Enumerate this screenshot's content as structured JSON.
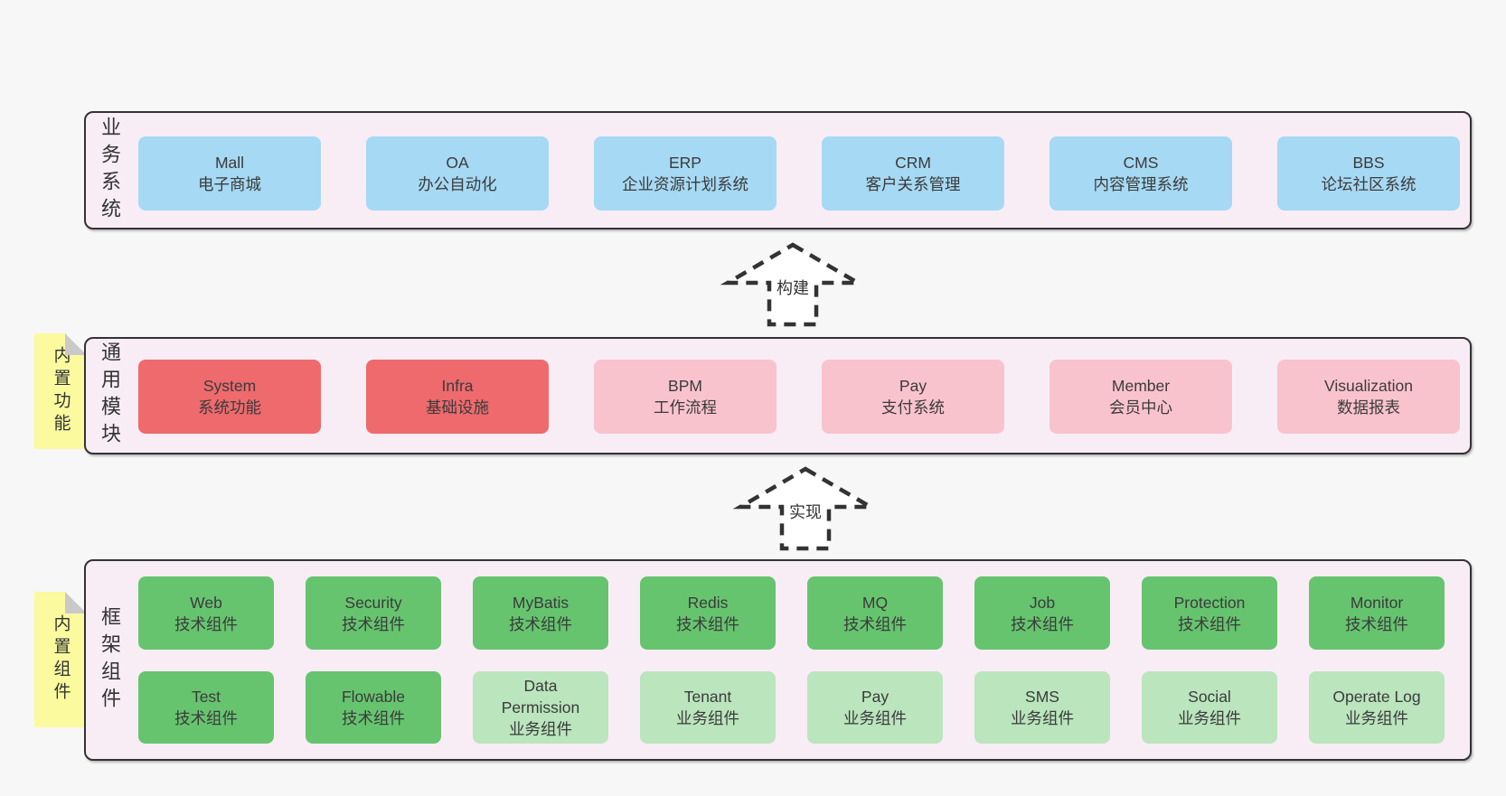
{
  "palette": {
    "page_bg": "#f7f7f7",
    "panel_bg": "#f8edf5",
    "panel_border": "#333333",
    "business_box_blue": "#a6d9f3",
    "core_module_red": "#ee6a6d",
    "module_pink": "#f9c3ce",
    "tech_component_green": "#66c46f",
    "biz_component_light_green": "#bae5bd",
    "note_yellow": "#fbfa9f",
    "note_fold_gray": "#c9c9c9",
    "text": "#3a3a3a"
  },
  "arrows": [
    {
      "label": "构建"
    },
    {
      "label": "实现"
    }
  ],
  "notes": [
    {
      "label": "内置功能"
    },
    {
      "label": "内置组件"
    }
  ],
  "sections": [
    {
      "label": "业务系统",
      "boxes": [
        {
          "name": "Mall",
          "desc": "电子商城"
        },
        {
          "name": "OA",
          "desc": "办公自动化"
        },
        {
          "name": "ERP",
          "desc": "企业资源计划系统"
        },
        {
          "name": "CRM",
          "desc": "客户关系管理"
        },
        {
          "name": "CMS",
          "desc": "内容管理系统"
        },
        {
          "name": "BBS",
          "desc": "论坛社区系统"
        }
      ]
    },
    {
      "label": "通用模块",
      "boxes": [
        {
          "name": "System",
          "desc": "系统功能"
        },
        {
          "name": "Infra",
          "desc": "基础设施"
        },
        {
          "name": "BPM",
          "desc": "工作流程"
        },
        {
          "name": "Pay",
          "desc": "支付系统"
        },
        {
          "name": "Member",
          "desc": "会员中心"
        },
        {
          "name": "Visualization",
          "desc": "数据报表"
        }
      ]
    },
    {
      "label": "框架组件",
      "rows": [
        [
          {
            "name": "Web",
            "desc": "技术组件"
          },
          {
            "name": "Security",
            "desc": "技术组件"
          },
          {
            "name": "MyBatis",
            "desc": "技术组件"
          },
          {
            "name": "Redis",
            "desc": "技术组件"
          },
          {
            "name": "MQ",
            "desc": "技术组件"
          },
          {
            "name": "Job",
            "desc": "技术组件"
          },
          {
            "name": "Protection",
            "desc": "技术组件"
          },
          {
            "name": "Monitor",
            "desc": "技术组件"
          }
        ],
        [
          {
            "name": "Test",
            "desc": "技术组件"
          },
          {
            "name": "Flowable",
            "desc": "技术组件"
          },
          {
            "name": "Data Permission",
            "desc": "业务组件"
          },
          {
            "name": "Tenant",
            "desc": "业务组件"
          },
          {
            "name": "Pay",
            "desc": "业务组件"
          },
          {
            "name": "SMS",
            "desc": "业务组件"
          },
          {
            "name": "Social",
            "desc": "业务组件"
          },
          {
            "name": "Operate Log",
            "desc": "业务组件"
          }
        ]
      ]
    }
  ]
}
